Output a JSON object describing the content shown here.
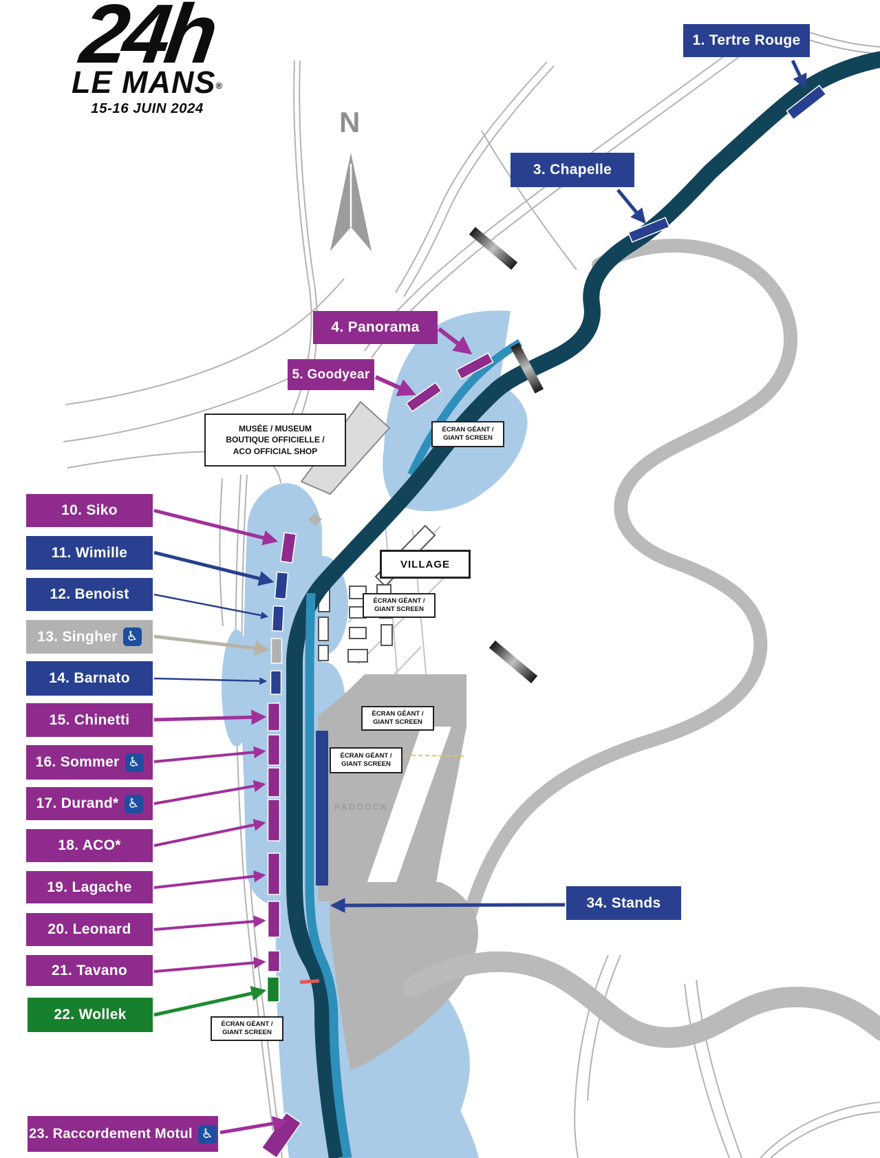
{
  "logo": {
    "hours": "24h",
    "name": "LE MANS",
    "registered": "®",
    "date": "15-16 JUIN 2024"
  },
  "compass": {
    "label": "N"
  },
  "icons": {
    "wheelchair": "♿"
  },
  "badges": [
    {
      "id": "tertre-rouge",
      "label": "1. Tertre Rouge",
      "color": "navy",
      "wheelchair": false
    },
    {
      "id": "chapelle",
      "label": "3. Chapelle",
      "color": "navy",
      "wheelchair": false
    },
    {
      "id": "panorama",
      "label": "4. Panorama",
      "color": "purple",
      "wheelchair": false
    },
    {
      "id": "goodyear",
      "label": "5. Goodyear",
      "color": "purple",
      "wheelchair": false
    },
    {
      "id": "siko",
      "label": "10. Siko",
      "color": "purple",
      "wheelchair": false
    },
    {
      "id": "wimille",
      "label": "11. Wimille",
      "color": "navy",
      "wheelchair": false
    },
    {
      "id": "benoist",
      "label": "12. Benoist",
      "color": "navy",
      "wheelchair": false
    },
    {
      "id": "singher",
      "label": "13. Singher",
      "color": "gray",
      "wheelchair": true
    },
    {
      "id": "barnato",
      "label": "14. Barnato",
      "color": "navy",
      "wheelchair": false
    },
    {
      "id": "chinetti",
      "label": "15. Chinetti",
      "color": "purple",
      "wheelchair": false
    },
    {
      "id": "sommer",
      "label": "16. Sommer",
      "color": "purple",
      "wheelchair": true
    },
    {
      "id": "durand",
      "label": "17. Durand*",
      "color": "purple",
      "wheelchair": true
    },
    {
      "id": "aco",
      "label": "18. ACO*",
      "color": "purple",
      "wheelchair": false
    },
    {
      "id": "lagache",
      "label": "19. Lagache",
      "color": "purple",
      "wheelchair": false
    },
    {
      "id": "leonard",
      "label": "20. Leonard",
      "color": "purple",
      "wheelchair": false
    },
    {
      "id": "tavano",
      "label": "21. Tavano",
      "color": "purple",
      "wheelchair": false
    },
    {
      "id": "wollek",
      "label": "22. Wollek",
      "color": "green",
      "wheelchair": false
    },
    {
      "id": "raccordement",
      "label": "23. Raccordement Motul",
      "color": "purple",
      "wheelchair": true
    },
    {
      "id": "stands",
      "label": "34. Stands",
      "color": "navy",
      "wheelchair": false
    }
  ],
  "map_labels": {
    "museum": {
      "line1": "MUSÉE / MUSEUM",
      "line2": "BOUTIQUE OFFICIELLE /",
      "line3": "ACO OFFICIAL SHOP"
    },
    "village": "VILLAGE",
    "giant_screen": {
      "line1": "ÉCRAN GÉANT /",
      "line2": "GIANT SCREEN"
    },
    "paddock": "PADDOCK"
  },
  "colors": {
    "navy": "#28408f",
    "purple": "#8f2b8d",
    "green": "#17802c",
    "gray": "#b2b2b2",
    "track_dark": "#124459",
    "track_cyan": "#2e8fba",
    "zone_blue": "#a9cbe7",
    "track_gray": "#bababa",
    "start_line": "#e05a4e"
  }
}
